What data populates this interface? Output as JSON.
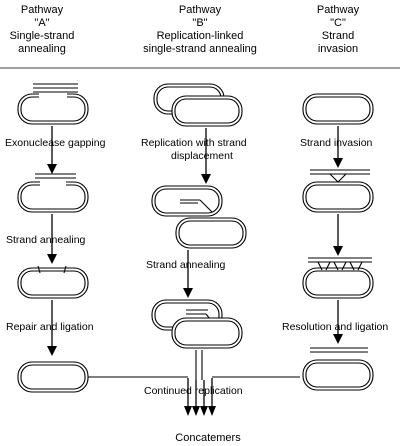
{
  "headers": {
    "a": [
      "Pathway",
      "\"A\"",
      "Single-strand",
      "annealing"
    ],
    "b": [
      "Pathway",
      "\"B\"",
      "Replication-linked",
      "single-strand annealing"
    ],
    "c": [
      "Pathway",
      "\"C\"",
      "Strand",
      "invasion"
    ]
  },
  "steps": {
    "a1": "Exonuclease gapping",
    "a2": "Strand annealing",
    "a3": "Repair and ligation",
    "b1a": "Replication with strand",
    "b1b": "displacement",
    "b2": "Strand annealing",
    "c1": "Strand invasion",
    "c2": "Resolution and ligation"
  },
  "bottom": {
    "continued": "Continued replication",
    "concatemers": "Concatemers"
  }
}
